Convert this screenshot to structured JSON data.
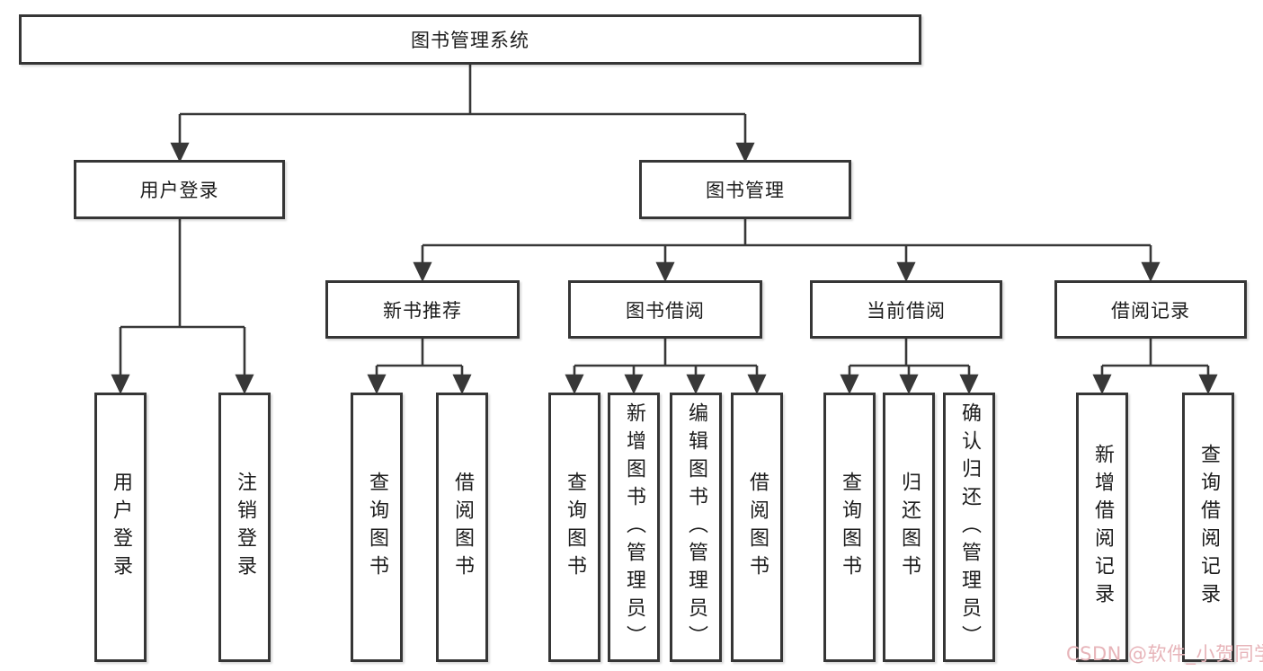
{
  "diagram": {
    "type": "hierarchy-tree",
    "colors": {
      "background": "#ffffff",
      "line": "#383838",
      "box_border": "#363636",
      "text": "#1c1c1c",
      "watermark": "#e7b4b9"
    },
    "nodes": {
      "root": "图书管理系统",
      "user_login": {
        "label": "用户登录",
        "children": {
          "login": "用户登录",
          "logout": "注销登录"
        }
      },
      "book_management": {
        "label": "图书管理",
        "sections": {
          "new_book_recommend": {
            "label": "新书推荐",
            "children": {
              "query_books": "查询图书",
              "borrow_books": "借阅图书"
            }
          },
          "book_borrowing": {
            "label": "图书借阅",
            "children": {
              "query_books": "查询图书",
              "add_books": "新增图书（管理员）",
              "edit_books": "编辑图书（管理员）",
              "borrow_books": "借阅图书"
            }
          },
          "current_borrowing": {
            "label": "当前借阅",
            "children": {
              "query_books": "查询图书",
              "return_books": "归还图书",
              "confirm_return": "确认归还（管理员）"
            }
          },
          "borrowing_records": {
            "label": "借阅记录",
            "children": {
              "add_record": "新增借阅记录",
              "query_record": "查询借阅记录"
            }
          }
        }
      }
    },
    "watermark": "CSDN @软件_小贺同学"
  }
}
